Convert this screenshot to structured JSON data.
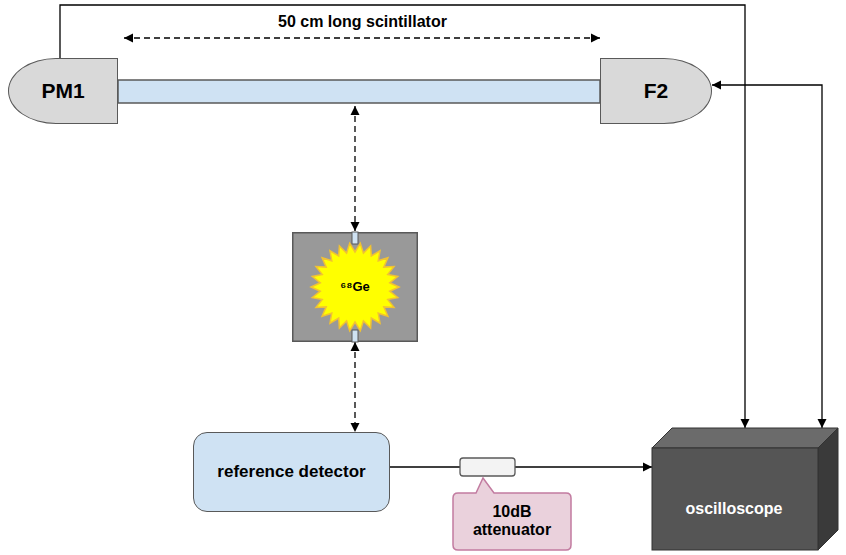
{
  "diagram": {
    "nodes": [
      {
        "text": [
          "PM1"
        ]
      },
      {
        "text": [
          "F2"
        ]
      },
      {
        "text": [
          "⁶⁸Ge"
        ]
      },
      {
        "text": [
          "reference detector"
        ]
      },
      {
        "text": [
          "10dB attenuator"
        ]
      },
      {
        "text": [
          "oscilloscope"
        ]
      }
    ],
    "edges": [
      {
        "from": 0,
        "to": 5,
        "arrow": "to"
      },
      {
        "from": 1,
        "to": 5,
        "arrow": "both"
      },
      {
        "from": 3,
        "to": 5,
        "arrow": "to"
      },
      {
        "from": 2,
        "to": 3,
        "arrow": "both"
      }
    ],
    "labels": [
      "50 cm long scintillator"
    ]
  }
}
